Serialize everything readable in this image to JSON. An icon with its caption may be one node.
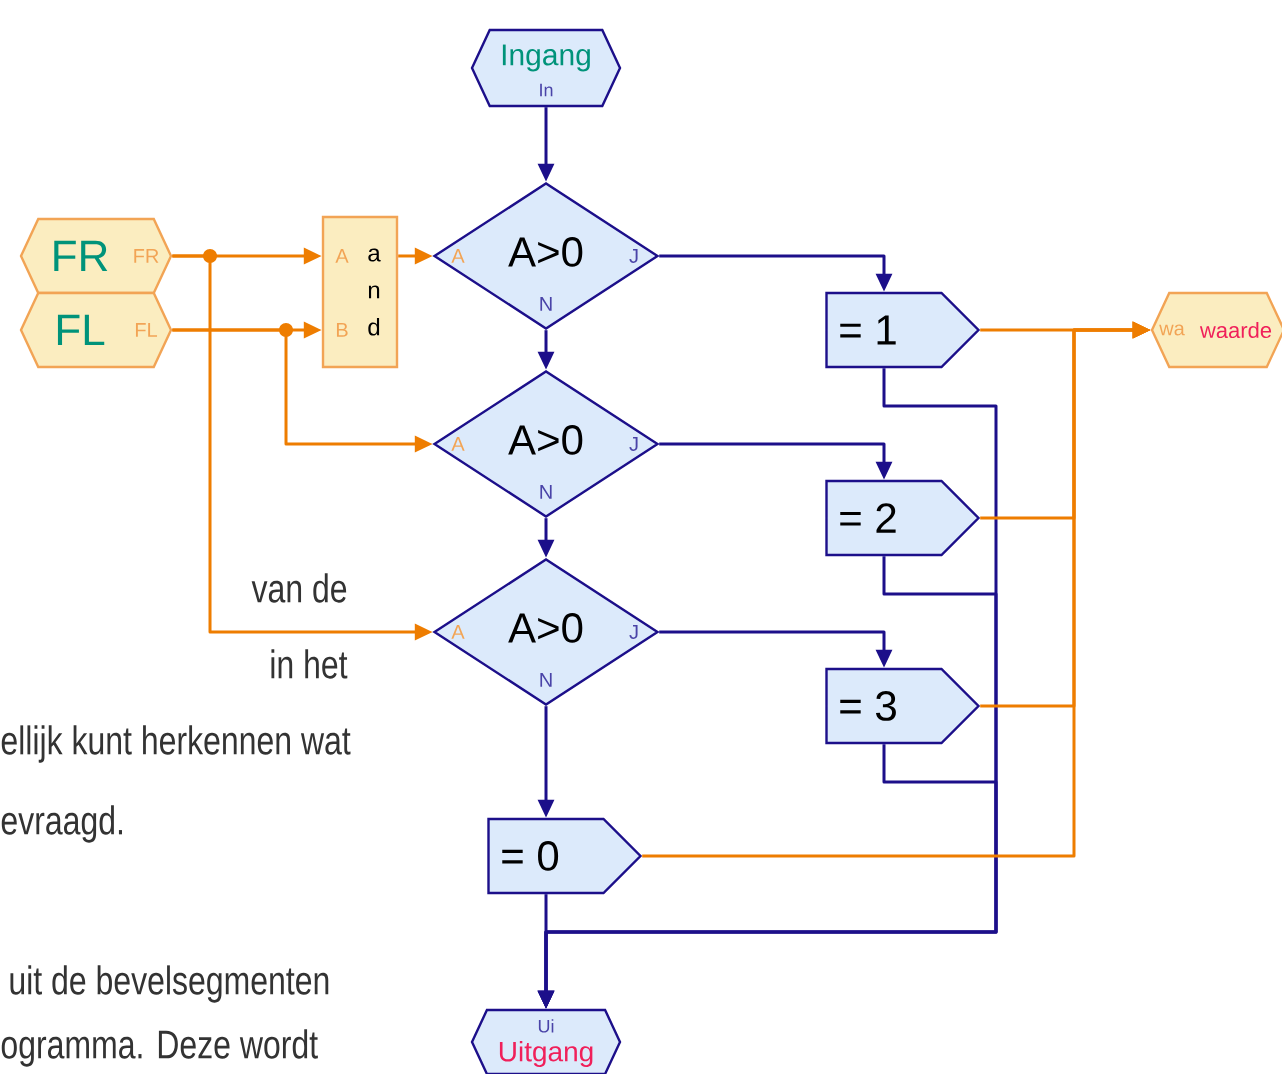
{
  "diagram": {
    "nodes": [
      {
        "text": [
          "Ingang",
          "In"
        ]
      },
      {
        "text": [
          "FR",
          "FR"
        ]
      },
      {
        "text": [
          "FL",
          "FL"
        ]
      },
      {
        "text": [
          "A",
          "B",
          "a n d"
        ]
      },
      {
        "text": [
          "A",
          "A>0",
          "J",
          "N"
        ]
      },
      {
        "text": [
          "= 1"
        ]
      },
      {
        "text": [
          "wa",
          "waarde"
        ]
      },
      {
        "text": [
          "A",
          "A>0",
          "J",
          "N"
        ]
      },
      {
        "text": [
          "= 2"
        ]
      },
      {
        "text": [
          "A",
          "A>0",
          "J",
          "N"
        ]
      },
      {
        "text": [
          "= 3"
        ]
      },
      {
        "text": [
          "= 0"
        ]
      },
      {
        "text": [
          "Ui",
          "Uitgang"
        ]
      }
    ],
    "edges": [
      {
        "from": 0,
        "to": 4,
        "arrow": "to"
      },
      {
        "from": 1,
        "to": 3,
        "arrow": "to",
        "color": "#ee7d00"
      },
      {
        "from": 2,
        "to": 3,
        "arrow": "to",
        "color": "#ee7d00"
      },
      {
        "from": 3,
        "to": 4,
        "arrow": "to",
        "color": "#ee7d00"
      },
      {
        "from": 2,
        "to": 7,
        "arrow": "to",
        "color": "#ee7d00"
      },
      {
        "from": 1,
        "to": 9,
        "arrow": "to",
        "color": "#ee7d00"
      },
      {
        "from": 4,
        "to": 5,
        "arrow": "to"
      },
      {
        "from": 4,
        "to": 7,
        "arrow": "to"
      },
      {
        "from": 5,
        "to": 6,
        "arrow": "to",
        "color": "#ee7d00"
      },
      {
        "from": 7,
        "to": 8,
        "arrow": "to"
      },
      {
        "from": 7,
        "to": 9,
        "arrow": "to"
      },
      {
        "from": 5,
        "to": 12,
        "arrow": "to"
      },
      {
        "from": 8,
        "to": 12,
        "arrow": "to"
      },
      {
        "from": 8,
        "to": 6,
        "arrow": "to",
        "color": "#ee7d00"
      },
      {
        "from": 9,
        "to": 10,
        "arrow": "to"
      },
      {
        "from": 9,
        "to": 11,
        "arrow": "to"
      },
      {
        "from": 10,
        "to": 12,
        "arrow": "to"
      },
      {
        "from": 10,
        "to": 6,
        "arrow": "to",
        "color": "#ee7d00"
      },
      {
        "from": 11,
        "to": 6,
        "arrow": "to",
        "color": "#ee7d00"
      },
      {
        "from": 11,
        "to": 12,
        "arrow": "to"
      }
    ],
    "labels": [
      "van de",
      "in het",
      "ellijk kunt herkennen wat",
      "evraagd.",
      "uit de bevelsegmenten",
      "ogramma. Deze wordt"
    ]
  }
}
